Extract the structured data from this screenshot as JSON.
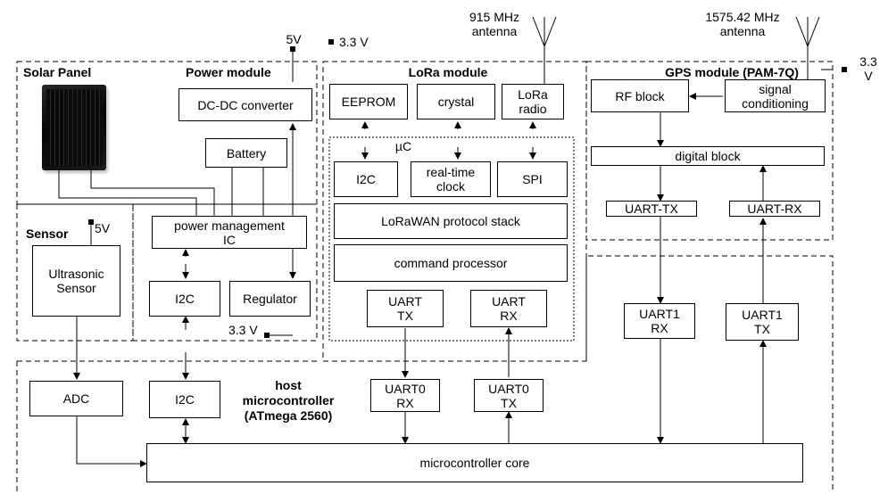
{
  "antennas": {
    "lora": "915 MHz\nantenna",
    "gps": "1575.42 MHz\nantenna"
  },
  "power_labels": {
    "v5_power": "5V",
    "v33_lora": "3.3 V",
    "v33_gps": "3.3\nV",
    "v5_sensor": "5V",
    "v33_regulator": "3.3 V"
  },
  "solar": {
    "title": "Solar Panel"
  },
  "power_module": {
    "title": "Power module",
    "dcdc": "DC-DC converter",
    "battery": "Battery",
    "pmic": "power management\nIC",
    "i2c": "I2C",
    "regulator": "Regulator"
  },
  "sensor": {
    "title": "Sensor",
    "ultrasonic": "Ultrasonic\nSensor"
  },
  "lora": {
    "title": "LoRa module",
    "eeprom": "EEPROM",
    "crystal": "crystal",
    "radio": "LoRa\nradio",
    "uc": "µC",
    "i2c": "I2C",
    "rtc": "real-time\nclock",
    "spi": "SPI",
    "stack": "LoRaWAN protocol stack",
    "cmd": "command processor",
    "uart_tx": "UART\nTX",
    "uart_rx": "UART\nRX"
  },
  "gps": {
    "title": "GPS module (PAM-7Q)",
    "rf": "RF block",
    "signal": "signal\nconditioning",
    "digital": "digital block",
    "uart_tx": "UART-TX",
    "uart_rx": "UART-RX"
  },
  "host": {
    "title": "host\nmicrocontroller\n(ATmega 2560)",
    "adc": "ADC",
    "i2c": "I2C",
    "uart0_rx": "UART0\nRX",
    "uart0_tx": "UART0\nTX",
    "uart1_rx": "UART1\nRX",
    "uart1_tx": "UART1\nTX",
    "core": "microcontroller core"
  }
}
